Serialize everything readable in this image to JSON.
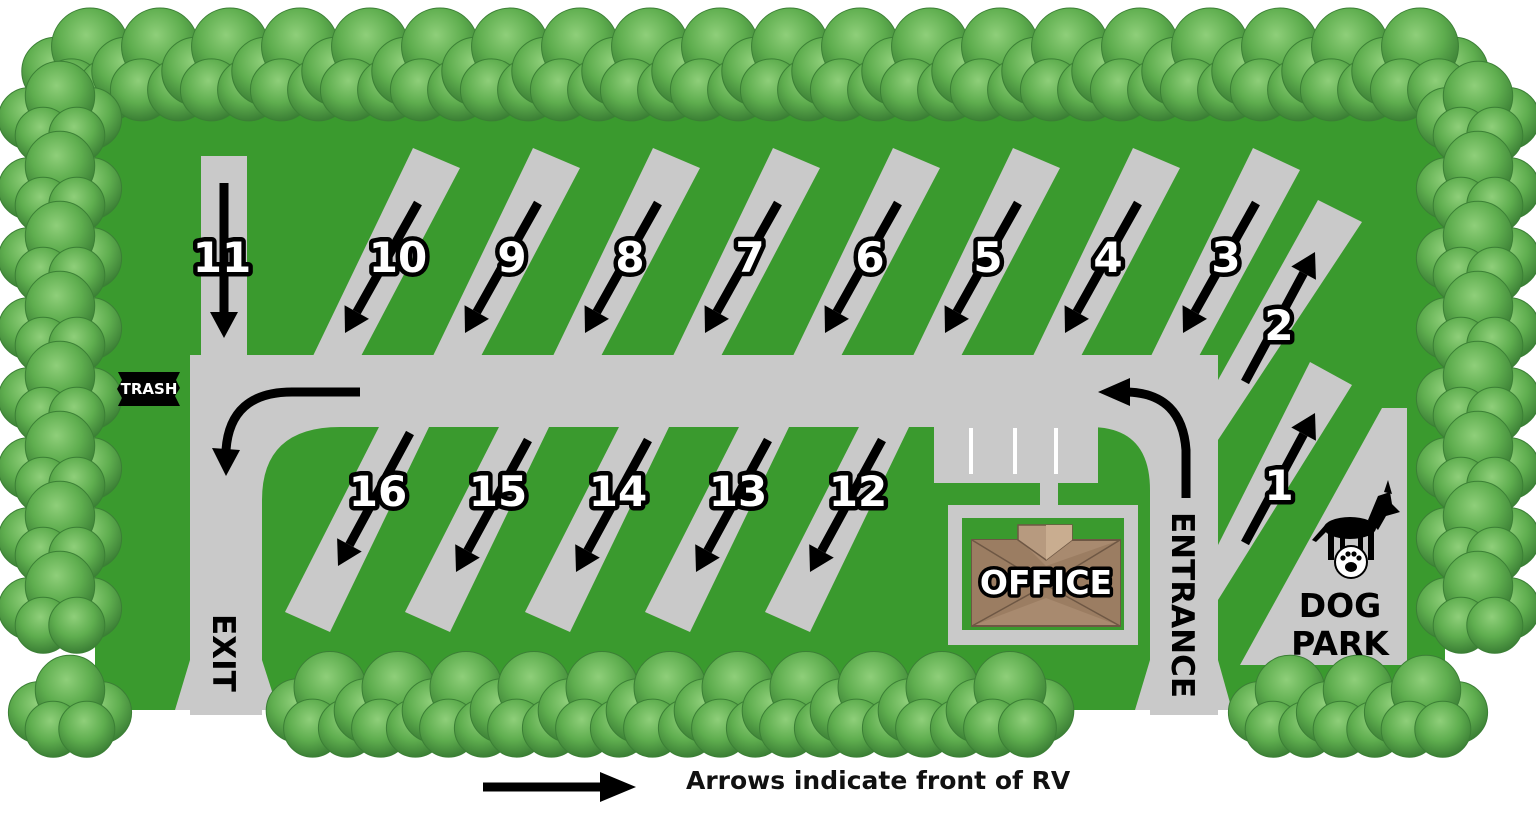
{
  "map": {
    "sites": [
      {
        "id": "site-1",
        "label": "1"
      },
      {
        "id": "site-2",
        "label": "2"
      },
      {
        "id": "site-3",
        "label": "3"
      },
      {
        "id": "site-4",
        "label": "4"
      },
      {
        "id": "site-5",
        "label": "5"
      },
      {
        "id": "site-6",
        "label": "6"
      },
      {
        "id": "site-7",
        "label": "7"
      },
      {
        "id": "site-8",
        "label": "8"
      },
      {
        "id": "site-9",
        "label": "9"
      },
      {
        "id": "site-10",
        "label": "10"
      },
      {
        "id": "site-11",
        "label": "11"
      },
      {
        "id": "site-12",
        "label": "12"
      },
      {
        "id": "site-13",
        "label": "13"
      },
      {
        "id": "site-14",
        "label": "14"
      },
      {
        "id": "site-15",
        "label": "15"
      },
      {
        "id": "site-16",
        "label": "16"
      }
    ],
    "trash_label": "TRASH",
    "office_label": "OFFICE",
    "exit_label": "EXIT",
    "entrance_label": "ENTRANCE",
    "dog_park_line1": "DOG",
    "dog_park_line2": "PARK",
    "legend_text": "Arrows indicate front of RV",
    "icons": [
      "dog-icon",
      "paw-icon",
      "trash-icon",
      "office-building-icon",
      "arrow-icon",
      "hedge"
    ],
    "colors": {
      "grass": "#3a9a2e",
      "road": "#c9c9c9",
      "hedge": "#4f9a45",
      "hedge_light": "#7cc16b",
      "office": "#a88a6f",
      "arrow": "#000000"
    }
  }
}
